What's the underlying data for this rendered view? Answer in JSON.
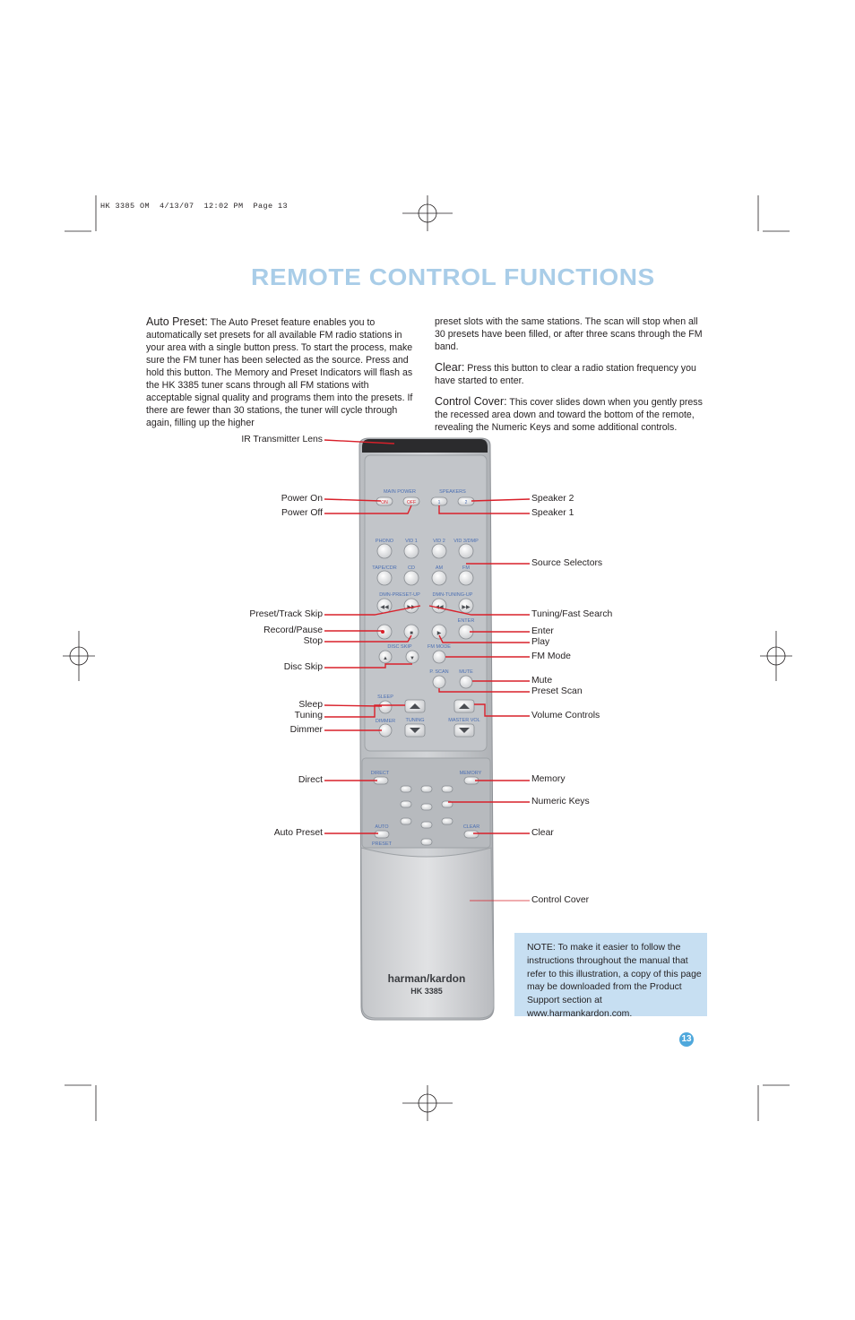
{
  "slug": "HK 3385 OM  4/13/07  12:02 PM  Page 13",
  "title": "REMOTE CONTROL FUNCTIONS",
  "left_column": {
    "auto_preset": {
      "keyword": "Auto Preset:",
      "text": "The Auto Preset feature enables you to automatically set presets for all available FM radio stations in your area with a single button press. To start the process, make sure the FM tuner has been selected as the source. Press and hold this button. The Memory and Preset Indicators will flash as the HK 3385 tuner scans through all FM stations with acceptable signal quality and programs them into the presets. If there are fewer than 30 stations, the tuner will cycle through again, filling up the higher"
    }
  },
  "right_column": {
    "continuation": "preset slots with the same stations. The scan will stop when all 30 presets have been filled, or after three scans through the FM band.",
    "clear": {
      "keyword": "Clear:",
      "text": "Press this button to clear a radio station frequency you have started to enter."
    },
    "control_cover": {
      "keyword": "Control Cover:",
      "text": "This cover slides down when you gently press the recessed area down and toward the bottom of the remote, revealing the Numeric Keys and some additional controls."
    }
  },
  "callouts_left": [
    "IR Transmitter Lens",
    "Power On",
    "Power Off",
    "Preset/Track Skip",
    "Record/Pause",
    "Stop",
    "Disc Skip",
    "Sleep",
    "Tuning",
    "Dimmer",
    "Direct",
    "Auto Preset"
  ],
  "callouts_right": [
    "Speaker 2",
    "Speaker 1",
    "Source Selectors",
    "Tuning/Fast Search",
    "Enter",
    "Play",
    "FM Mode",
    "Mute",
    "Preset Scan",
    "Volume Controls",
    "Memory",
    "Numeric Keys",
    "Clear",
    "Control Cover"
  ],
  "remote": {
    "main_power": "MAIN POWER",
    "on": "ON",
    "off": "OFF",
    "speakers": "SPEAKERS",
    "spk1": "1",
    "spk2": "2",
    "sources_row1": [
      "PHONO",
      "VID 1",
      "VID 2",
      "VID 3/DMP"
    ],
    "sources_row2": [
      "TAPE/CDR",
      "CD",
      "AM",
      "FM"
    ],
    "dmn_preset": "DMN-PRESET-UP",
    "dmn_tuning": "DMN-TUNING-UP",
    "enter": "ENTER",
    "disc_skip": "DISC SKIP",
    "fm_mode": "FM MODE",
    "p_scan": "P. SCAN",
    "mute": "MUTE",
    "sleep": "SLEEP",
    "dimmer": "DIMMER",
    "tuning": "TUNING",
    "master_vol": "MASTER VOL",
    "direct": "DIRECT",
    "memory": "MEMORY",
    "auto": "AUTO",
    "preset": "PRESET",
    "clear": "CLEAR",
    "brand": "harman/kardon",
    "model": "HK 3385"
  },
  "note": {
    "keyword": "NOTE:",
    "text": "To make it easier to follow the instructions throughout the manual that refer to this illustration, a copy of this page may be downloaded from the Product Support section at www.harmankardon.com."
  },
  "page_number": "13",
  "colors": {
    "title": "#a9cde8",
    "callout_line": "#d9202a",
    "note_bg": "#c7dff2",
    "page_badge": "#4fa8dc"
  }
}
